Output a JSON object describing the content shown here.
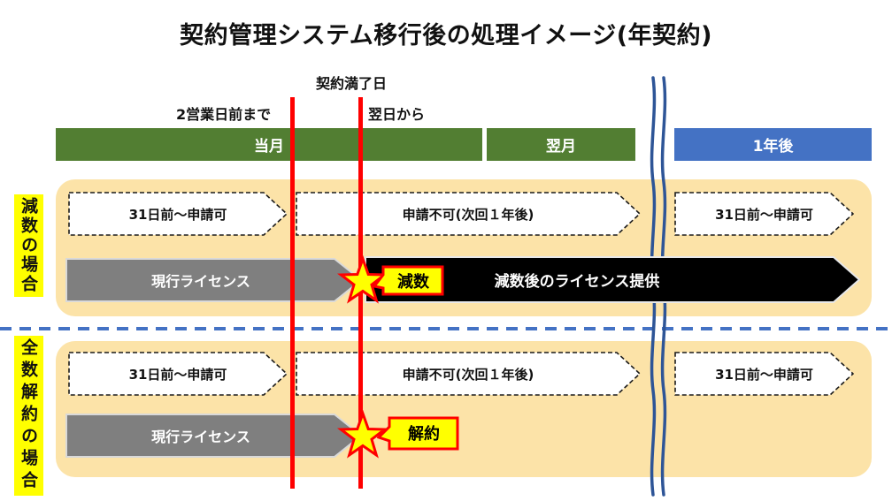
{
  "title": "契約管理システム移行後の処理イメージ(年契約)",
  "timeline_labels": {
    "contract_expiry": "契約満了日",
    "until_two_business_days": "2営業日前まで",
    "from_next_day": "翌日から"
  },
  "period_bars": {
    "current_month": "当月",
    "next_month": "翌月",
    "one_year_later": "1年後"
  },
  "sections": [
    {
      "side_label": "減数の場合",
      "apply_window_left": "31日前〜申請可",
      "apply_blocked": "申請不可(次回１年後)",
      "apply_window_right": "31日前〜申請可",
      "current_license": "現行ライセンス",
      "event_label": "減数",
      "after_event": "減数後のライセンス提供"
    },
    {
      "side_label": "全数解約の場合",
      "apply_window_left": "31日前〜申請可",
      "apply_blocked": "申請不可(次回１年後)",
      "apply_window_right": "31日前〜申請可",
      "current_license": "現行ライセンス",
      "event_label": "解約"
    }
  ],
  "colors": {
    "month_bar_green": "#527E32",
    "year_bar_blue": "#4472C4",
    "panel_orange": "#FCE3A8",
    "license_gray": "#7F7F7F",
    "after_event_black": "#000000",
    "timeline_red": "#FF0000",
    "break_navy": "#2E5597",
    "separator_blue": "#4472C4",
    "highlight_yellow": "#FFFF00"
  }
}
